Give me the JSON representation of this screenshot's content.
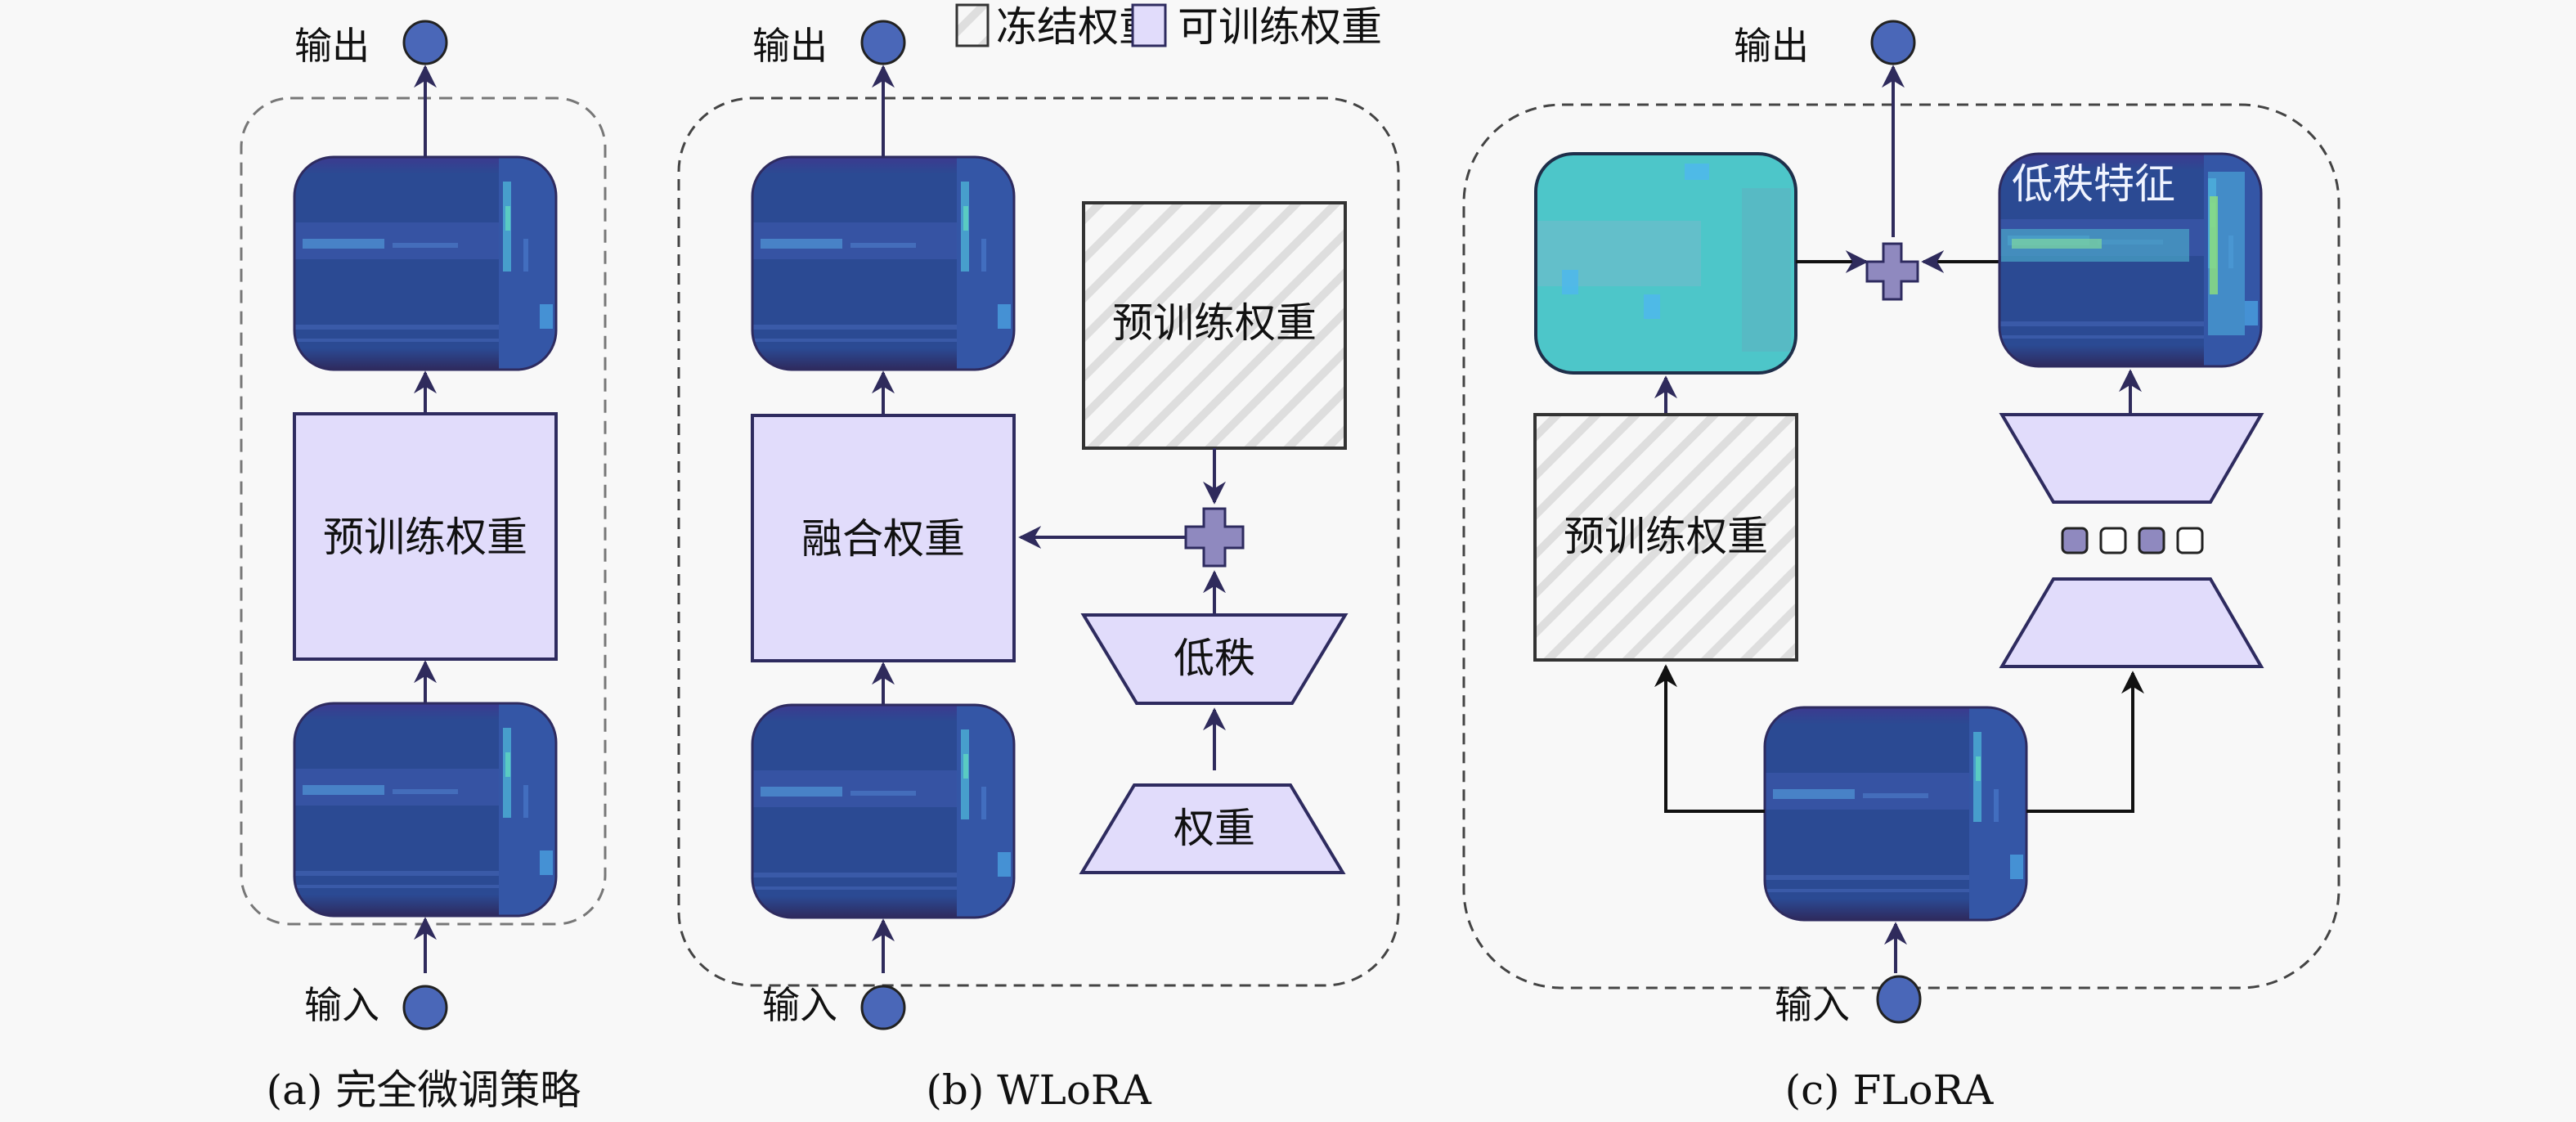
{
  "legend": {
    "items": [
      {
        "label": "冻结权重",
        "kind": "frozen"
      },
      {
        "label": "可训练权重",
        "kind": "trainable"
      }
    ]
  },
  "colors": {
    "trainable_fill": "#e1dcfb",
    "trainable_stroke": "#2e2b5f",
    "frozen_stroke": "#333333",
    "hatch": "#dddddd",
    "io_node_fill": "#4a67b8",
    "arrow": "#2f2b5c",
    "plus_fill": "#8f89bf",
    "featuremap_dark": "#2b4a93",
    "featuremap_cyan": "#4dc6c9",
    "dashed_border": "#555555"
  },
  "panels": {
    "a": {
      "caption": "(a) 完全微调策略",
      "output_label": "输出",
      "input_label": "输入",
      "weight_label": "预训练权重"
    },
    "b": {
      "caption": "(b) WLoRA",
      "output_label": "输出",
      "input_label": "输入",
      "fused_label": "融合权重",
      "pretrained_label": "预训练权重",
      "lowrank_label": "低秩",
      "weight_label": "权重"
    },
    "c": {
      "caption": "(c) FLoRA",
      "output_label": "输出",
      "input_label": "输入",
      "pretrained_label": "预训练权重",
      "lowrank_feature_label": "低秩特征",
      "mask_pattern": [
        true,
        false,
        true,
        false
      ]
    }
  }
}
